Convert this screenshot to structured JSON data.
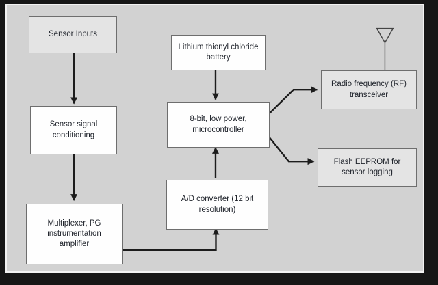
{
  "colors": {
    "frame": "#161616",
    "inner_line": "#f2f2f2",
    "canvas_bg": "#d2d2d2",
    "box_white": "#fefefe",
    "box_shaded": "#e4e4e4",
    "box_border": "#6e6e6e",
    "text": "#20242c",
    "arrow": "#1c1c1c",
    "thin_line": "#444444"
  },
  "nodes": {
    "sensor_inputs": {
      "label": "Sensor Inputs",
      "style": "shaded"
    },
    "signal_conditioning": {
      "label": "Sensor signal conditioning",
      "style": "white"
    },
    "multiplexer": {
      "label": "Multiplexer, PG instrumentation amplifier",
      "style": "white"
    },
    "battery": {
      "label": "Lithium thionyl chloride battery",
      "style": "white"
    },
    "microcontroller": {
      "label": "8-bit, low power, microcontroller",
      "style": "white"
    },
    "adc": {
      "label": "A/D converter (12 bit resolution)",
      "style": "white"
    },
    "rf_transceiver": {
      "label": "Radio frequency (RF) transceiver",
      "style": "shaded"
    },
    "flash_eeprom": {
      "label": "Flash EEPROM for sensor logging",
      "style": "shaded"
    }
  },
  "edges": [
    {
      "from": "sensor_inputs",
      "to": "signal_conditioning",
      "direction": "down"
    },
    {
      "from": "signal_conditioning",
      "to": "multiplexer",
      "direction": "down"
    },
    {
      "from": "multiplexer",
      "to": "adc",
      "direction": "right-then-up"
    },
    {
      "from": "adc",
      "to": "microcontroller",
      "direction": "up"
    },
    {
      "from": "battery",
      "to": "microcontroller",
      "direction": "down"
    },
    {
      "from": "microcontroller",
      "to": "rf_transceiver",
      "direction": "up-right"
    },
    {
      "from": "microcontroller",
      "to": "flash_eeprom",
      "direction": "down-right"
    }
  ],
  "decorations": {
    "antenna": {
      "attached_to": "rf_transceiver"
    }
  }
}
